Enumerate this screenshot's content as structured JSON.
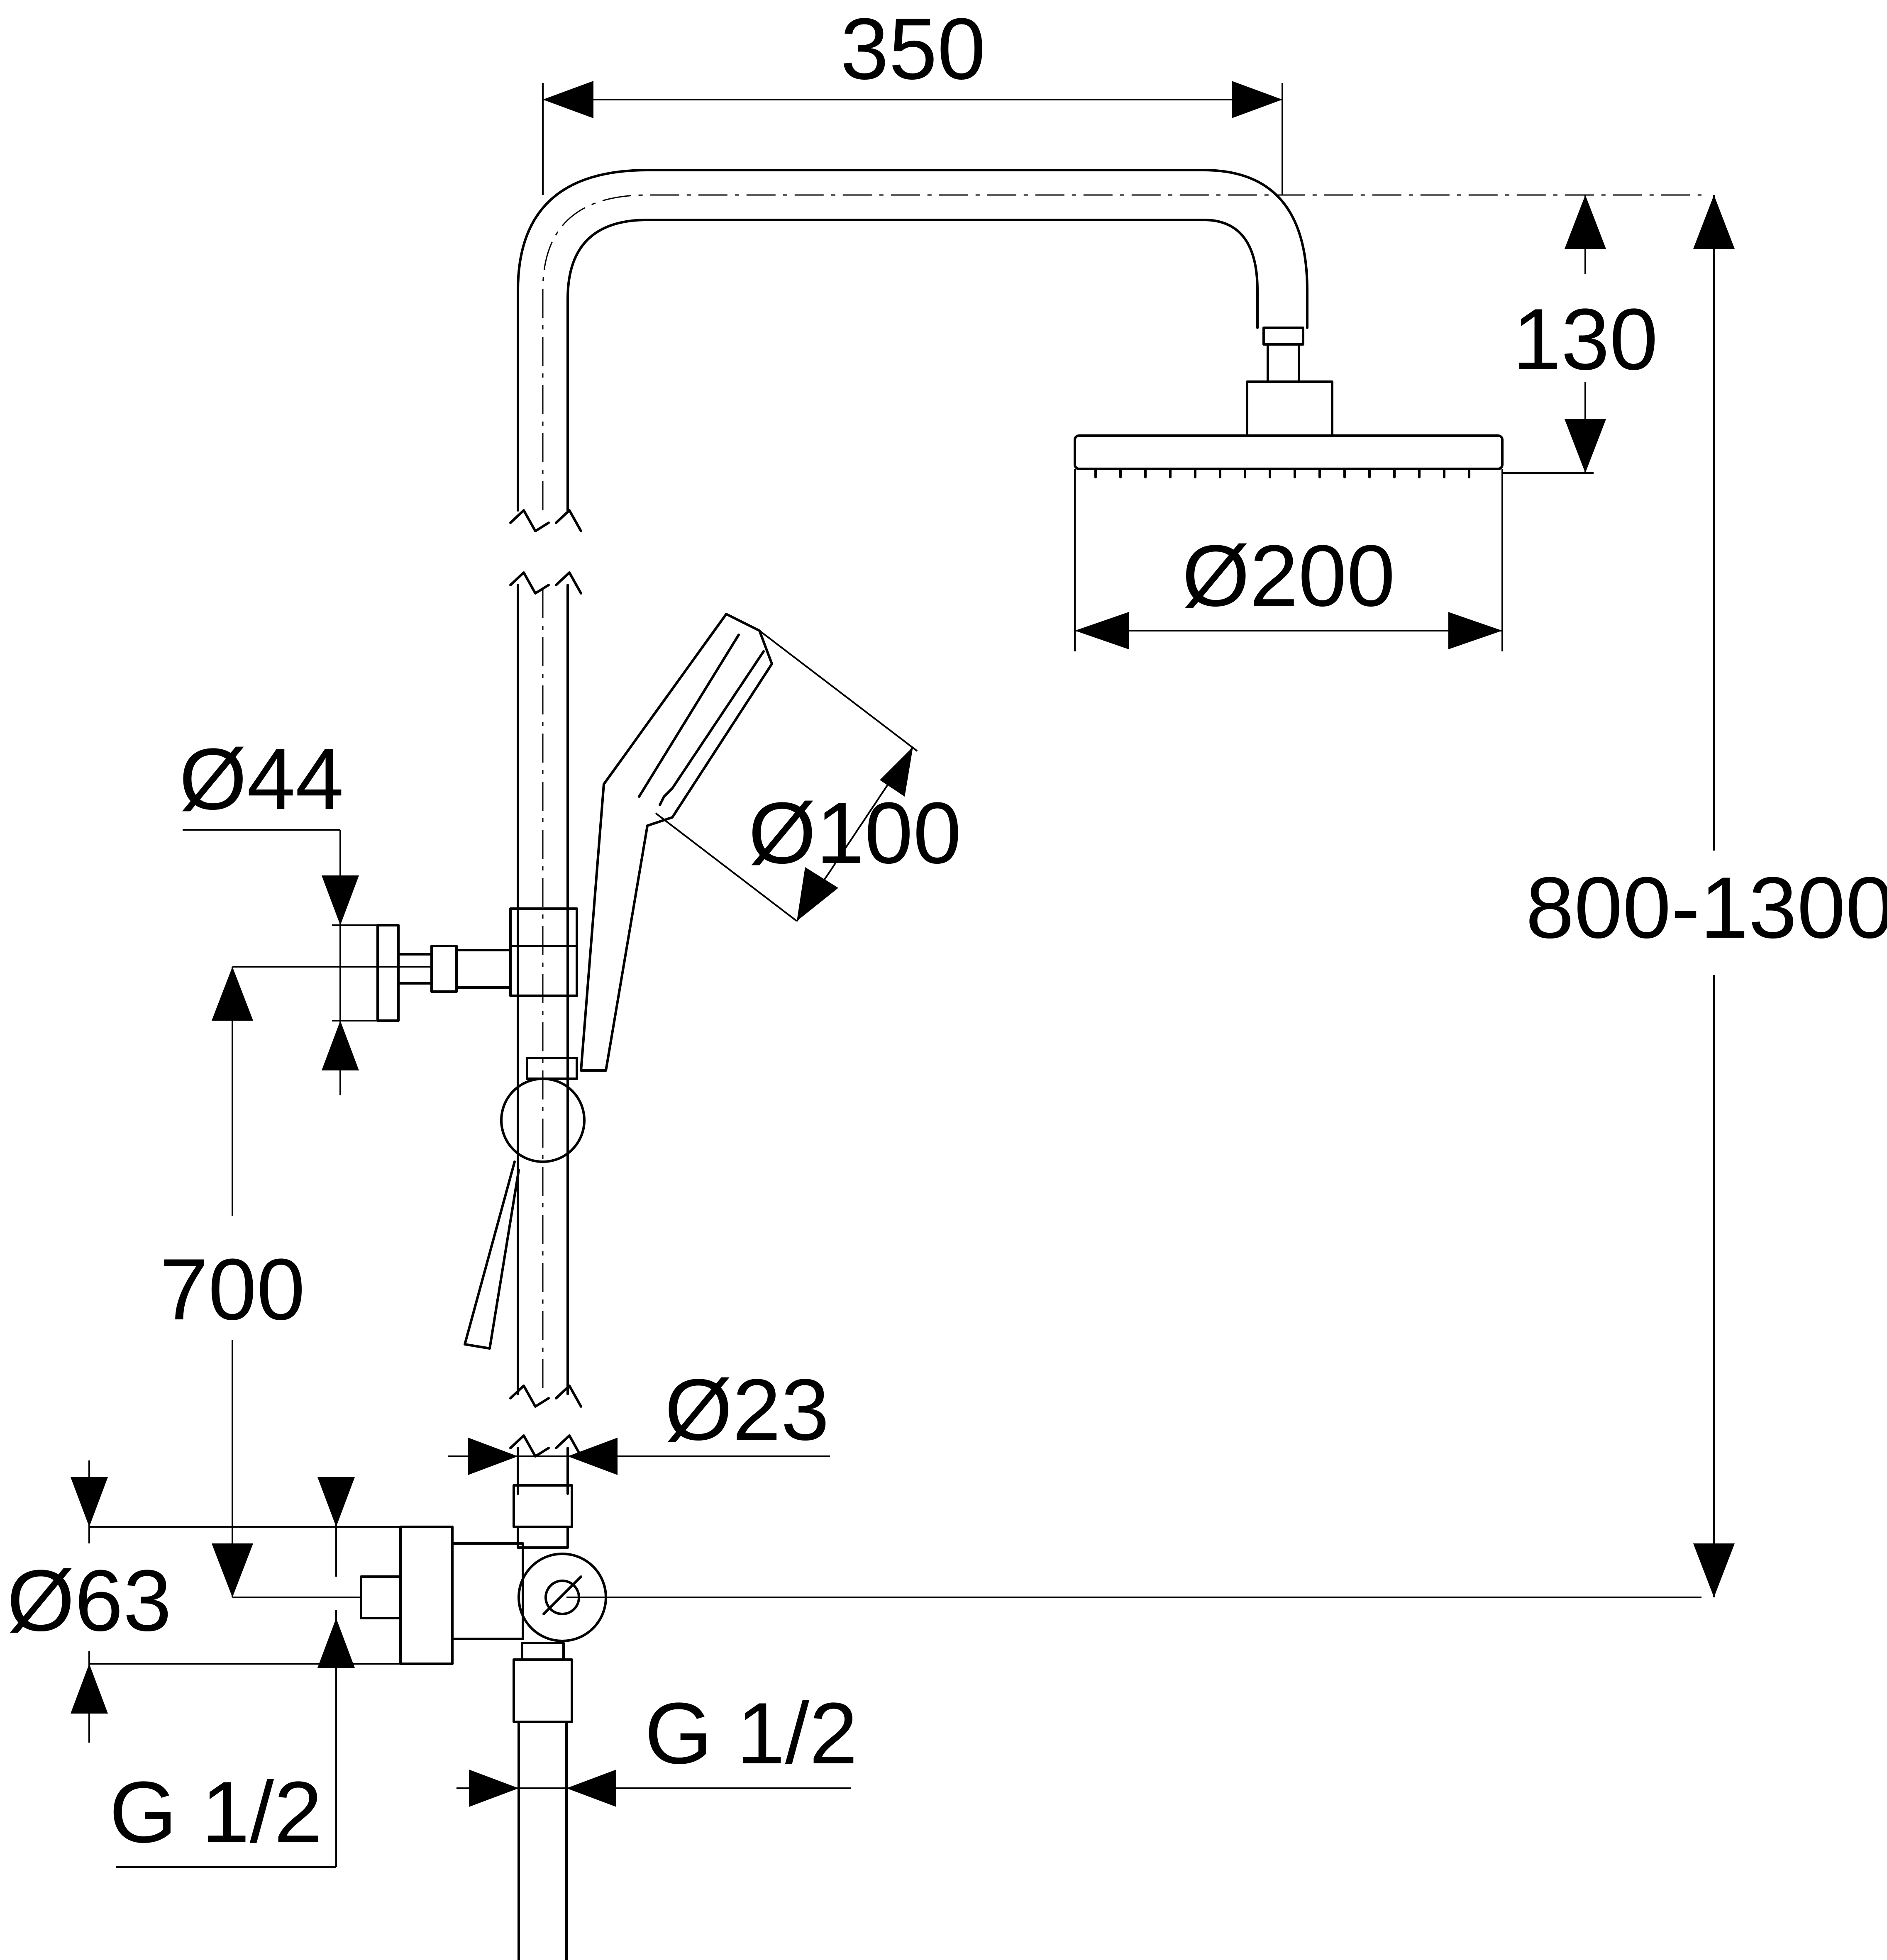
{
  "dimensions": {
    "arm_length": "350",
    "head_drop": "130",
    "head_diameter": "Ø200",
    "hand_shower_diameter": "Ø100",
    "holder_diameter": "Ø44",
    "height_range": "800-1300",
    "rail_height": "700",
    "pipe_diameter": "Ø23",
    "valve_diameter": "Ø63",
    "outlet_thread": "G 1/2",
    "inlet_thread": "G 1/2"
  }
}
